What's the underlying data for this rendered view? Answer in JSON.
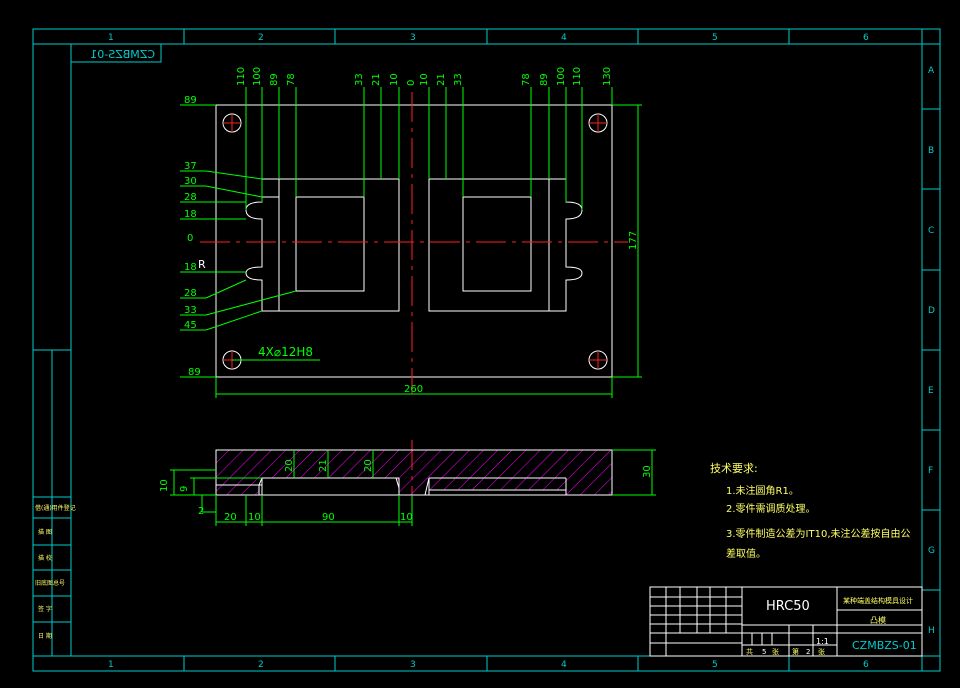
{
  "border": {
    "col_labels": [
      "1",
      "2",
      "3",
      "4",
      "5",
      "6"
    ],
    "row_labels": [
      "A",
      "B",
      "C",
      "D",
      "E",
      "F",
      "G",
      "H"
    ]
  },
  "drawing_number_mirrored": "CZMBZS-01",
  "top_view": {
    "x_dims_left": [
      "110",
      "100",
      "89",
      "78"
    ],
    "x_dims_center": [
      "33",
      "21",
      "10",
      "0",
      "10",
      "21",
      "33"
    ],
    "x_dims_right": [
      "78",
      "89",
      "100",
      "110",
      "130"
    ],
    "y_dims": [
      "89",
      "37",
      "30",
      "28",
      "18",
      "0",
      "18",
      "28",
      "33",
      "45",
      "89"
    ],
    "radius_label": "R",
    "hole_callout": "4X⌀12H8",
    "width_dim": "260",
    "height_dim": "177"
  },
  "section_view": {
    "dim_20a": "20",
    "dim_21": "21",
    "dim_20b": "20",
    "dim_30": "30",
    "dim_10_left": "10",
    "dim_9": "9",
    "dim_2": "2",
    "bottom_dims": [
      "20",
      "10",
      "90",
      "10"
    ]
  },
  "tech_req": {
    "title": "技术要求:",
    "items": [
      "1.未注圆角R1。",
      "2.零件需调质处理。",
      "3.零件制造公差为IT10,未注公差按自由公",
      "差取值。"
    ]
  },
  "title_block": {
    "material_note": "HRC50",
    "part_name": "某种端盖结构模具设计",
    "sub_name": "凸模",
    "drawing_no": "CZMBZS-01",
    "scale": "1:1",
    "sheet_marks": [
      "共",
      "5",
      "张",
      "第",
      "2",
      "张"
    ]
  },
  "side_stamps": [
    "借(通)用件登记",
    "描 图",
    "描 校",
    "旧底图总号",
    "签 字",
    "日 期"
  ],
  "colors": {
    "frame": "#00cccc",
    "geometry": "#ffffff",
    "dimension": "#00ff00",
    "centerline": "#ff2020",
    "hatch": "#ff00ff",
    "text": "#ffff66"
  }
}
